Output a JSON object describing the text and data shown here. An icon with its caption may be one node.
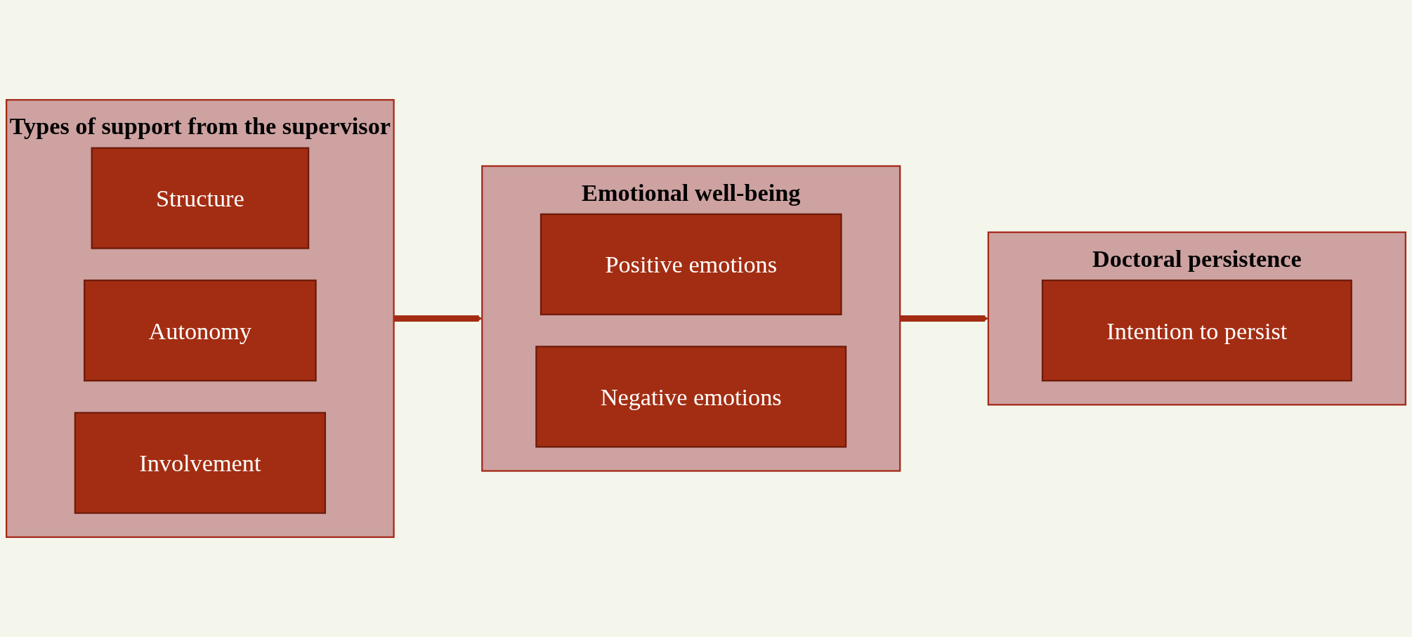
{
  "diagram": {
    "nodes": [
      {
        "text": [
          "Types of support from the supervisor"
        ]
      },
      {
        "text": [
          "Structure"
        ],
        "in": 0
      },
      {
        "text": [
          "Autonomy"
        ],
        "in": 0
      },
      {
        "text": [
          "Involvement"
        ],
        "in": 0
      },
      {
        "text": [
          "Emotional well-being"
        ]
      },
      {
        "text": [
          "Positive emotions"
        ],
        "in": 4
      },
      {
        "text": [
          "Negative emotions"
        ],
        "in": 4
      },
      {
        "text": [
          "Doctoral persistence"
        ]
      },
      {
        "text": [
          "Intention to persist"
        ],
        "in": 7
      }
    ],
    "edges": [
      {
        "from": 0,
        "to": 4,
        "arrow": "to"
      },
      {
        "from": 4,
        "to": 7,
        "arrow": "to"
      }
    ]
  }
}
